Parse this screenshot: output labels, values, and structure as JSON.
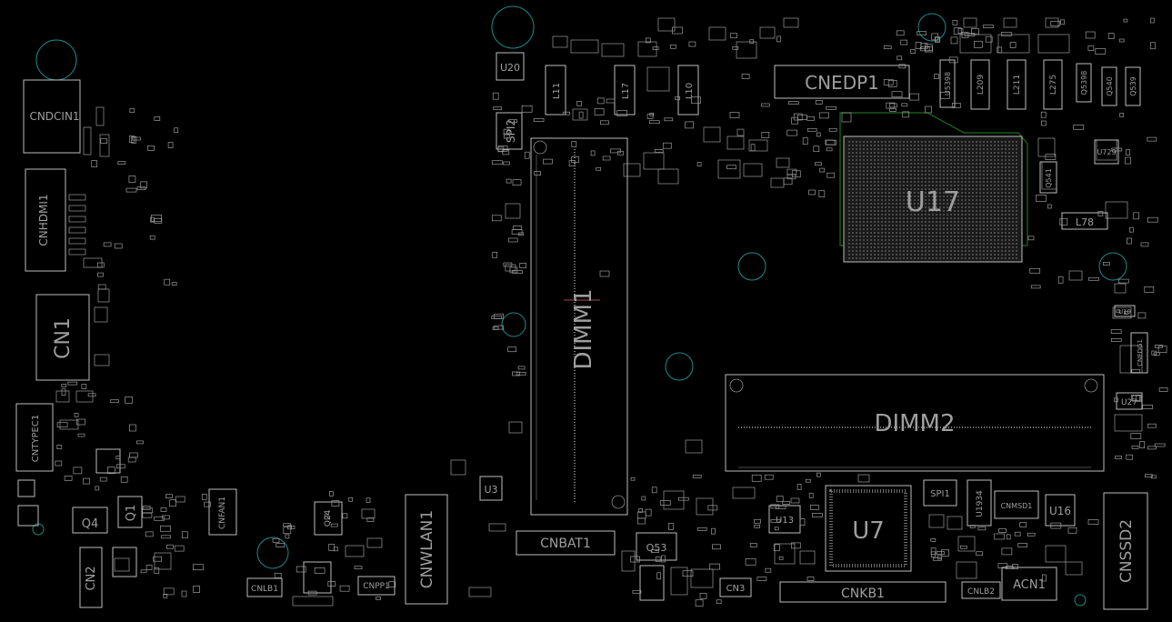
{
  "board": {
    "labels": {
      "cndcin1": "CNDCIN1",
      "cnhdmi1": "CNHDMI1",
      "cn1": "CN1",
      "cntypec1": "CNTYPEC1",
      "q4": "Q4",
      "q1": "Q1",
      "cn2": "CN2",
      "cnfan1": "CNFAN1",
      "cnlb1": "CNLB1",
      "cnpp1": "CNPP1",
      "cnwlan1": "CNWLAN1",
      "cnbat1": "CNBAT1",
      "dimm1": "DIMM1",
      "dimm2": "DIMM2",
      "u20": "U20",
      "spi2": "SPI2",
      "l11": "L11",
      "l17": "L17",
      "l10": "L10",
      "cnedp1": "CNEDP1",
      "u17": "U17",
      "l78": "L78",
      "u7": "U7",
      "cnkb1": "CNKB1",
      "cn3": "CN3",
      "q53": "Q53",
      "spi1": "SPI1",
      "u16": "U16",
      "acn1": "ACN1",
      "cnssd2": "CNSSD2",
      "cnlb2": "CNLB2",
      "cnmsd1": "CNMSD1",
      "u13": "U13",
      "u3": "U3",
      "u1934": "U1934",
      "cnedg1": "CNEDG1",
      "u27": "U27",
      "u729": "U729",
      "q541": "Q541",
      "q24": "Q24",
      "u19": "U19",
      "l209": "L209",
      "l211": "L211",
      "l275": "L275",
      "q539": "Q539",
      "q540": "Q540",
      "u5398": "U5398",
      "q5398": "Q5398"
    }
  }
}
